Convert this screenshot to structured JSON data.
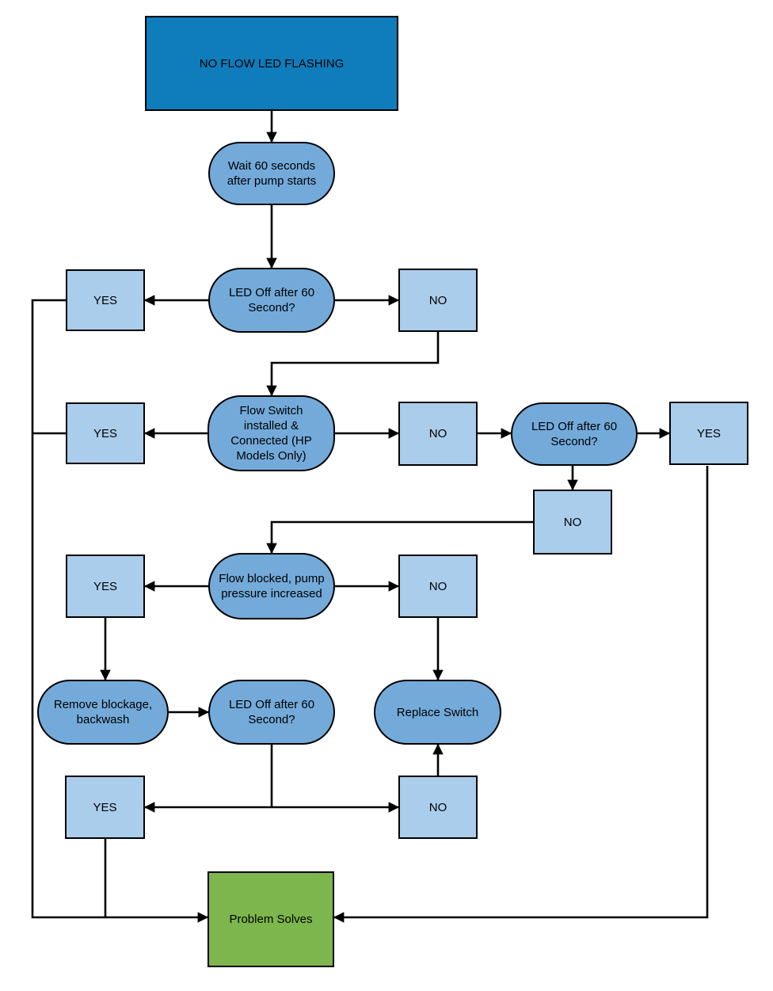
{
  "title": "NO FLOW LED FLASHING troubleshooting flowchart",
  "colors": {
    "start_fill": "#0f7cbb",
    "process_fill": "#73aada",
    "yesno_fill": "#aacdec",
    "end_fill": "#7cb64c",
    "line": "#000000"
  },
  "nodes": {
    "start": {
      "label": "NO FLOW LED FLASHING"
    },
    "wait": {
      "label": "Wait 60 seconds after pump starts"
    },
    "led1": {
      "label": "LED Off after 60 Second?"
    },
    "yes1": {
      "label": "YES"
    },
    "no1": {
      "label": "NO"
    },
    "flow_switch": {
      "label": "Flow Switch installed & Connected (HP Models Only)"
    },
    "yes2": {
      "label": "YES"
    },
    "no2": {
      "label": "NO"
    },
    "led2": {
      "label": "LED Off after 60 Second?"
    },
    "yes3": {
      "label": "YES"
    },
    "no3": {
      "label": "NO"
    },
    "flow_blocked": {
      "label": "Flow blocked, pump pressure increased"
    },
    "yes4": {
      "label": "YES"
    },
    "no4": {
      "label": "NO"
    },
    "remove_blockage": {
      "label": "Remove blockage, backwash"
    },
    "led3": {
      "label": "LED Off after 60 Second?"
    },
    "replace_switch": {
      "label": "Replace Switch"
    },
    "yes5": {
      "label": "YES"
    },
    "no5": {
      "label": "NO"
    },
    "problem_solves": {
      "label": "Problem Solves"
    }
  }
}
